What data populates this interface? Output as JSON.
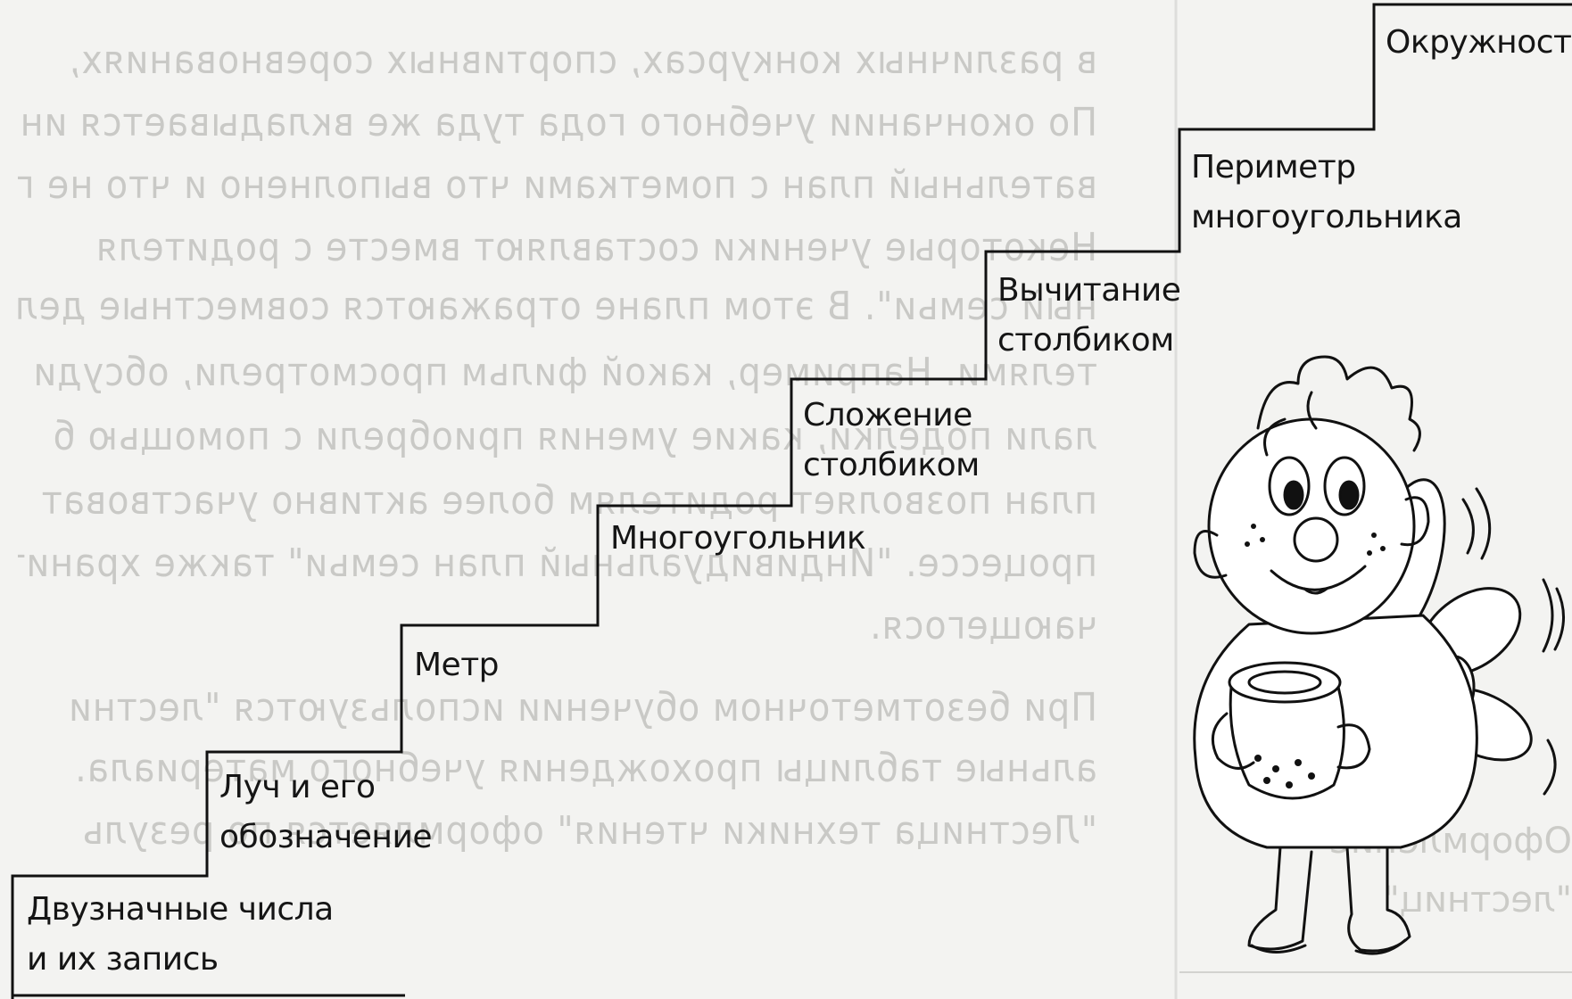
{
  "steps": [
    {
      "label_lines": [
        "Двузначные числа",
        "и их запись"
      ]
    },
    {
      "label_lines": [
        "Луч и его",
        "обозначение"
      ]
    },
    {
      "label_lines": [
        "Метр"
      ]
    },
    {
      "label_lines": [
        "Многоугольник"
      ]
    },
    {
      "label_lines": [
        "Сложение",
        "столбиком"
      ]
    },
    {
      "label_lines": [
        "Вычитание",
        "столбиком"
      ]
    },
    {
      "label_lines": [
        "Периметр",
        "многоугольника"
      ]
    },
    {
      "label_lines": [
        "Окружность"
      ]
    }
  ],
  "background_text": {
    "left_lines": [
      "в различных конкурсах, спортивных соревнованиях, ",
      "По окончании учебного года туда же вкладывается инд",
      "вательный план с пометками что выполнено и что не по",
      "Некоторые ученики составляют вместе с родителя",
      "ный семьи\". В этом плане отражаются совместные дел",
      "телями. Например, какой фильм просмотрели, обсуди",
      "лали поделки, какие умения приобрели с помощью б",
      "план позволяет родителям более активно участвоват",
      "процессе. \"Индивидуальный план семьи\" также хранит",
      "чающегося.",
      "При безотметочном обучении используются \"лестни",
      "альные таблицы прохождения учебного материала.",
      "\"Лестница техники чтения\" оформляется по резуль"
    ],
    "right_lines": [
      "Оформление",
      "\"лестниц\""
    ]
  }
}
